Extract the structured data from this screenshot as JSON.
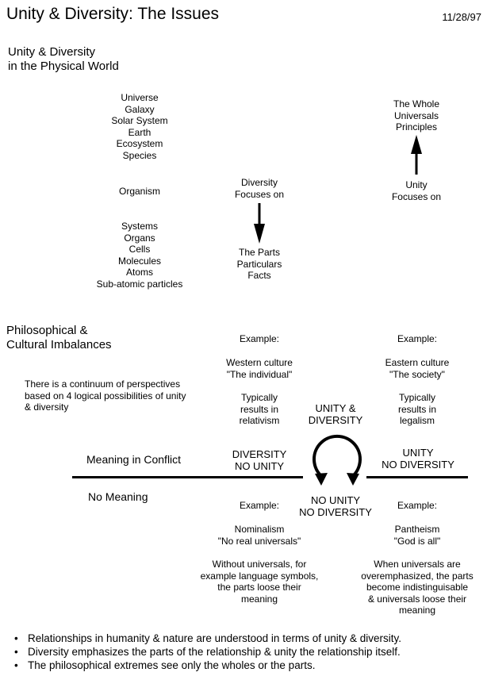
{
  "header": {
    "title": "Unity & Diversity: The Issues",
    "date": "11/28/97"
  },
  "physical": {
    "heading": [
      "Unity & Diversity",
      "in the Physical World"
    ],
    "levels_upper": [
      "Universe",
      "Galaxy",
      "Solar System",
      "Earth",
      "Ecosystem",
      "Species"
    ],
    "organism": "Organism",
    "levels_lower": [
      "Systems",
      "Organs",
      "Cells",
      "Molecules",
      "Atoms",
      "Sub-atomic particles"
    ],
    "diversity_focus": [
      "Diversity",
      "Focuses on"
    ],
    "parts": [
      "The Parts",
      "Particulars",
      "Facts"
    ],
    "whole": [
      "The Whole",
      "Universals",
      "Principles"
    ],
    "unity_focus": [
      "Unity",
      "Focuses on"
    ]
  },
  "philosophical": {
    "heading": [
      "Philosophical &",
      "Cultural Imbalances"
    ],
    "continuum": [
      "There is a continuum of perspectives",
      "based on 4 logical possibilities of unity",
      "& diversity"
    ],
    "example_label": "Example:",
    "western": [
      "Western culture",
      "\"The individual\""
    ],
    "western_result": [
      "Typically",
      "results in",
      "relativism"
    ],
    "eastern": [
      "Eastern culture",
      "\"The society\""
    ],
    "eastern_result": [
      "Typically",
      "results in",
      "legalism"
    ],
    "unity_and_diversity": [
      "UNITY &",
      "DIVERSITY"
    ],
    "diversity_no_unity": [
      "DIVERSITY",
      "NO UNITY"
    ],
    "unity_no_diversity": [
      "UNITY",
      "NO DIVERSITY"
    ],
    "no_unity_no_diversity": [
      "NO UNITY",
      "NO DIVERSITY"
    ],
    "meaning_in_conflict": "Meaning in Conflict",
    "no_meaning": "No Meaning",
    "nominalism": [
      "Nominalism",
      "\"No real universals\""
    ],
    "nominalism_note": [
      "Without universals, for",
      "example language symbols,",
      "the parts loose their",
      "meaning"
    ],
    "pantheism": [
      "Pantheism",
      "\"God is all\""
    ],
    "pantheism_note": [
      "When universals are",
      "overemphasized, the parts",
      "become indistinguisable",
      "& universals loose their",
      "meaning"
    ]
  },
  "bullets": [
    "Relationships in humanity & nature are understood in terms of unity & diversity.",
    "Diversity emphasizes the parts of the relationship & unity the relationship itself.",
    "The philosophical extremes see only the wholes or the parts."
  ]
}
